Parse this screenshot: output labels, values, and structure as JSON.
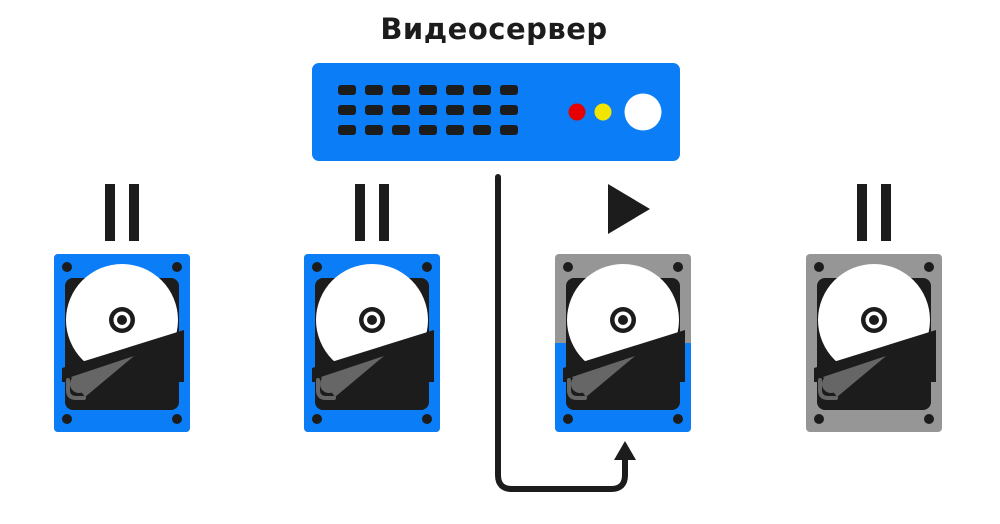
{
  "server": {
    "title": "Видеосервер",
    "led_colors": [
      "#e60000",
      "#f2e600"
    ]
  },
  "drives": [
    {
      "status": "paused",
      "status_icon": "pause-icon",
      "fill_level": 1.0
    },
    {
      "status": "paused",
      "status_icon": "pause-icon",
      "fill_level": 1.0
    },
    {
      "status": "playing",
      "status_icon": "play-icon",
      "fill_level": 0.5
    },
    {
      "status": "paused",
      "status_icon": "pause-icon",
      "fill_level": 0.0
    }
  ],
  "colors": {
    "blue": "#0a7df7",
    "gray": "#969696",
    "dark": "#1c1c1c",
    "white": "#ffffff",
    "head": "#666666"
  }
}
